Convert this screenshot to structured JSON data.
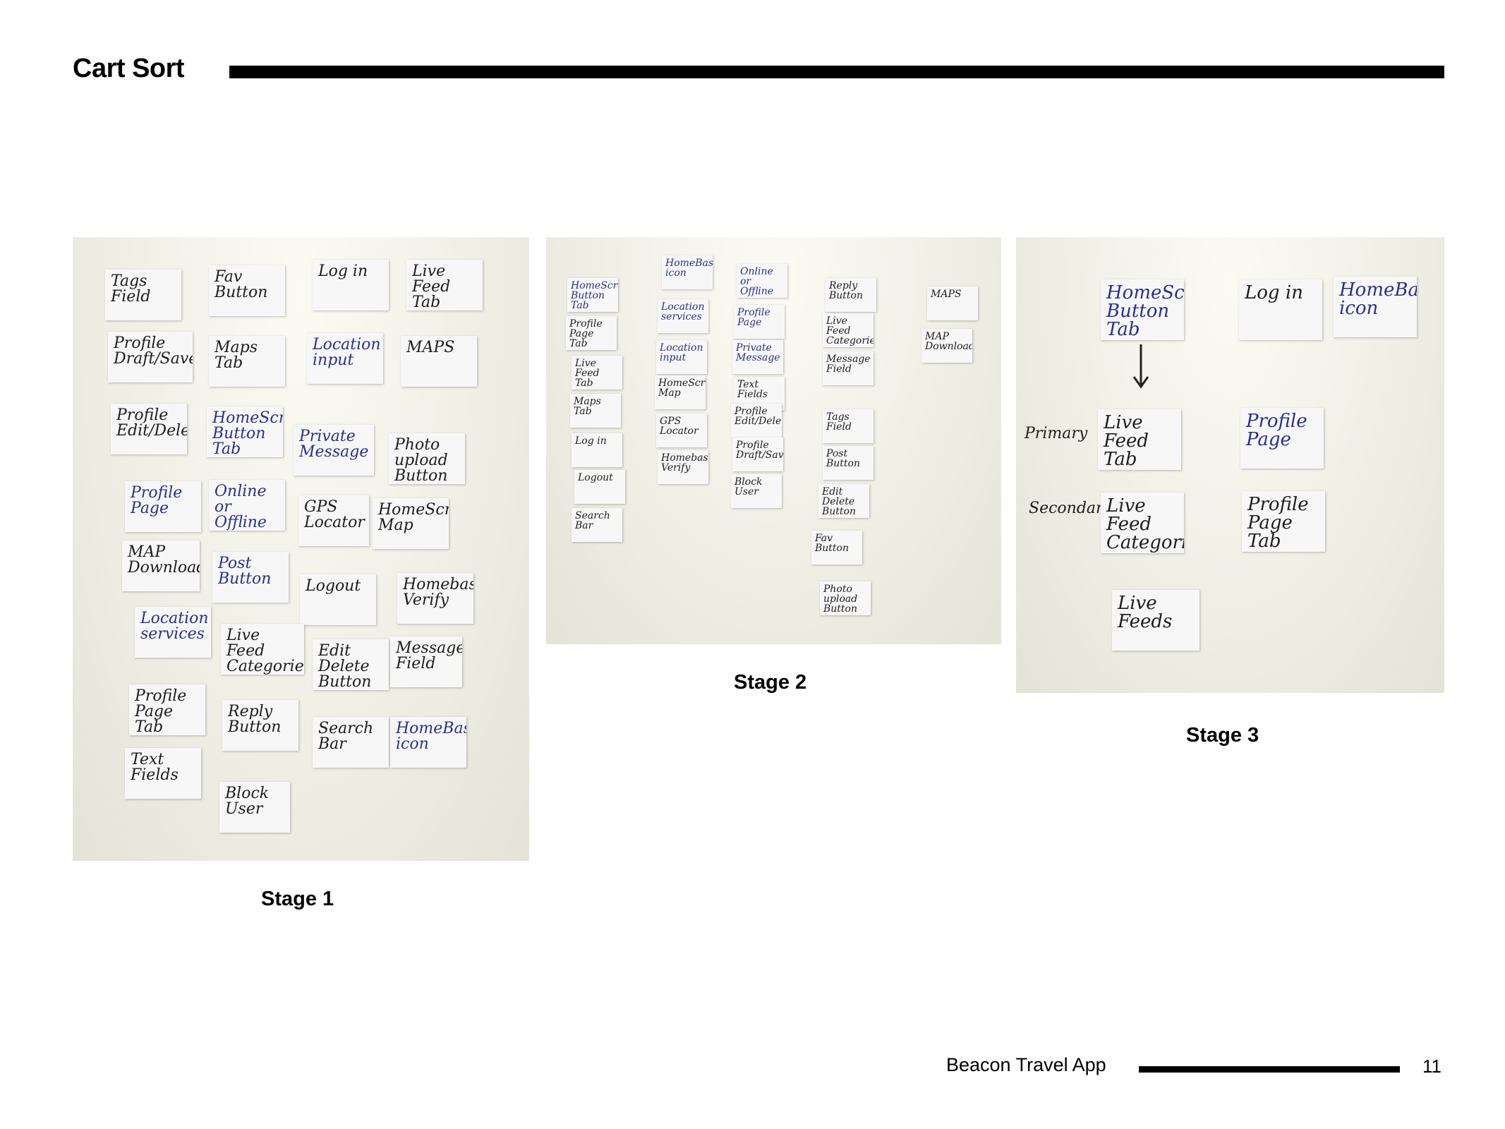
{
  "header": {
    "title": "Cart Sort"
  },
  "stage1": {
    "caption": "Stage 1",
    "cards": [
      {
        "text": "Tags Field",
        "color": "black"
      },
      {
        "text": "Fav Button",
        "color": "black"
      },
      {
        "text": "Log in",
        "color": "black"
      },
      {
        "text": "Live Feed Tab",
        "color": "black"
      },
      {
        "text": "Profile Draft/Save",
        "color": "black"
      },
      {
        "text": "Maps Tab",
        "color": "black"
      },
      {
        "text": "Location input",
        "color": "blue"
      },
      {
        "text": "MAPS",
        "color": "black"
      },
      {
        "text": "Profile Edit/Delete",
        "color": "black"
      },
      {
        "text": "HomeScreen Button Tab",
        "color": "blue"
      },
      {
        "text": "Private Message",
        "color": "blue"
      },
      {
        "text": "Photo upload Button",
        "color": "black"
      },
      {
        "text": "Profile Page",
        "color": "blue"
      },
      {
        "text": "Online or Offline",
        "color": "blue"
      },
      {
        "text": "GPS Locator",
        "color": "black"
      },
      {
        "text": "HomeScreen Map",
        "color": "black"
      },
      {
        "text": "MAP Download",
        "color": "black"
      },
      {
        "text": "Post Button",
        "color": "blue"
      },
      {
        "text": "Logout",
        "color": "black"
      },
      {
        "text": "Homebase Verify",
        "color": "black"
      },
      {
        "text": "Location services",
        "color": "blue"
      },
      {
        "text": "Live Feed Categories",
        "color": "black"
      },
      {
        "text": "Edit Delete Button",
        "color": "black"
      },
      {
        "text": "Message Field",
        "color": "black"
      },
      {
        "text": "Profile Page Tab",
        "color": "black"
      },
      {
        "text": "Reply Button",
        "color": "black"
      },
      {
        "text": "Search Bar",
        "color": "black"
      },
      {
        "text": "HomeBase icon",
        "color": "blue"
      },
      {
        "text": "Text Fields",
        "color": "black"
      },
      {
        "text": "Block User",
        "color": "black"
      }
    ]
  },
  "stage2": {
    "caption": "Stage 2",
    "cards": [
      {
        "text": "HomeScreen Button Tab",
        "color": "blue"
      },
      {
        "text": "Profile Page Tab",
        "color": "black"
      },
      {
        "text": "Live Feed Tab",
        "color": "black"
      },
      {
        "text": "Maps Tab",
        "color": "black"
      },
      {
        "text": "Log in",
        "color": "black"
      },
      {
        "text": "Logout",
        "color": "black"
      },
      {
        "text": "Search Bar",
        "color": "black"
      },
      {
        "text": "HomeBase icon",
        "color": "blue"
      },
      {
        "text": "Location services",
        "color": "blue"
      },
      {
        "text": "Location input",
        "color": "blue"
      },
      {
        "text": "HomeScreen Map",
        "color": "black"
      },
      {
        "text": "GPS Locator",
        "color": "black"
      },
      {
        "text": "Homebase Verify",
        "color": "black"
      },
      {
        "text": "Online or Offline",
        "color": "blue"
      },
      {
        "text": "Profile Page",
        "color": "blue"
      },
      {
        "text": "Private Message",
        "color": "blue"
      },
      {
        "text": "Text Fields",
        "color": "black"
      },
      {
        "text": "Profile Edit/Delete",
        "color": "black"
      },
      {
        "text": "Profile Draft/Save",
        "color": "black"
      },
      {
        "text": "Block User",
        "color": "black"
      },
      {
        "text": "Reply Button",
        "color": "black"
      },
      {
        "text": "Live Feed Categories",
        "color": "black"
      },
      {
        "text": "Message Field",
        "color": "black"
      },
      {
        "text": "Tags Field",
        "color": "black"
      },
      {
        "text": "Post Button",
        "color": "black"
      },
      {
        "text": "Edit Delete Button",
        "color": "black"
      },
      {
        "text": "Fav Button",
        "color": "black"
      },
      {
        "text": "Photo upload Button",
        "color": "black"
      },
      {
        "text": "MAPS",
        "color": "black"
      },
      {
        "text": "MAP Download",
        "color": "black"
      }
    ]
  },
  "stage3": {
    "caption": "Stage 3",
    "cards": [
      {
        "text": "HomeScreen Button Tab",
        "color": "blue"
      },
      {
        "text": "Log in",
        "color": "black"
      },
      {
        "text": "HomeBase icon",
        "color": "blue"
      },
      {
        "text": "Live Feed Tab",
        "color": "black"
      },
      {
        "text": "Profile Page",
        "color": "blue"
      },
      {
        "text": "Live Feed Categories",
        "color": "black"
      },
      {
        "text": "Profile Page Tab",
        "color": "black"
      },
      {
        "text": "Live Feeds",
        "color": "black"
      }
    ],
    "row_labels": {
      "primary": "Primary",
      "secondary": "Secondary"
    }
  },
  "footer": {
    "app_name": "Beacon Travel App",
    "page_number": "11"
  }
}
